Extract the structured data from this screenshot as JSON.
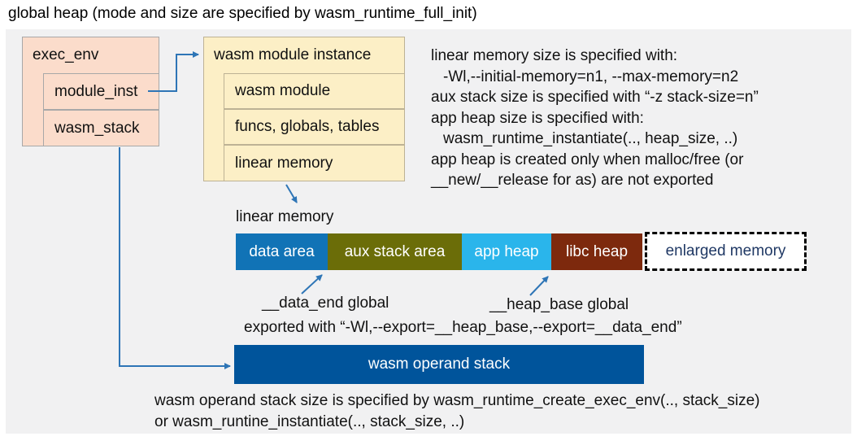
{
  "title": "global heap (mode and size are specified by wasm_runtime_full_init)",
  "exec_env": {
    "title": "exec_env",
    "fields": [
      {
        "label": "module_inst"
      },
      {
        "label": "wasm_stack"
      }
    ]
  },
  "module_instance": {
    "title": "wasm module instance",
    "fields": [
      {
        "label": "wasm module"
      },
      {
        "label": "funcs, globals, tables"
      },
      {
        "label": "linear memory"
      }
    ]
  },
  "notes_right": {
    "lines": [
      {
        "text": "linear memory size is specified with:"
      },
      {
        "text": "-Wl,--initial-memory=n1, --max-memory=n2"
      },
      {
        "text": "aux stack size is specified with “-z stack-size=n”"
      },
      {
        "text": "app heap size is specified with:"
      },
      {
        "text": "wasm_runtime_instantiate(.., heap_size, ..)"
      },
      {
        "text": "app heap is created only when malloc/free (or"
      },
      {
        "text": "__new/__release for as) are not exported"
      }
    ]
  },
  "linear_memory": {
    "caption": "linear memory",
    "segments": [
      {
        "label": "data area",
        "color": "#1173B6"
      },
      {
        "label": "aux stack area",
        "color": "#6B6D08"
      },
      {
        "label": "app heap",
        "color": "#2AB5EB"
      },
      {
        "label": "libc heap",
        "color": "#7D290D"
      },
      {
        "label": "enlarged memory",
        "color": "#FFFFFF",
        "border": "dashed-black",
        "text_color": "#1F3864"
      }
    ]
  },
  "annotations": {
    "data_end": "__data_end global",
    "heap_base": "__heap_base global",
    "exported": "exported with “-Wl,--export=__heap_base,--export=__data_end”"
  },
  "operand_stack": {
    "label": "wasm operand stack"
  },
  "notes_bottom": {
    "lines": [
      {
        "text": "wasm operand stack size is specified by wasm_runtime_create_exec_env(.., stack_size)"
      },
      {
        "text": "or wasm_runtine_instantiate(.., stack_size, ..)"
      }
    ]
  },
  "colors": {
    "panel_bg": "#F1F1F2",
    "exec_env_box": "#FBDCCB",
    "module_instance_box": "#FCEFC6",
    "box_border": "#A8A8A8",
    "data_area": "#1173B6",
    "aux_stack_area": "#6B6D08",
    "app_heap": "#2AB5EB",
    "libc_heap": "#7D290D",
    "operand_stack": "#00549B",
    "enlarged_memory_text": "#1F3864",
    "arrow": "#2E75B6"
  }
}
